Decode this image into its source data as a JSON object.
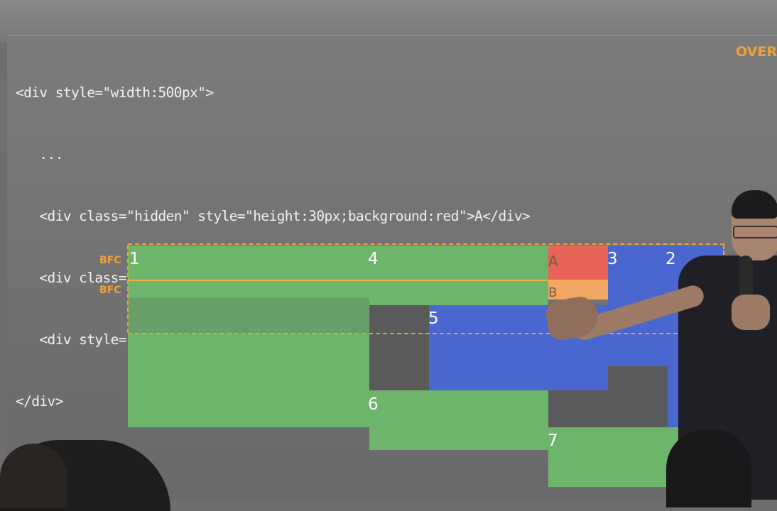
{
  "code_lines": [
    "<div style=\"width:500px\">",
    "   ...",
    "   <div class=\"hidden\" style=\"height:30px;background:red\">A</div>",
    "   <div class=\"hidden\" style=\"height:15px;background:orange\">B</div>",
    "   <div style=\"height:30px;background:black\"></div>",
    "</div>"
  ],
  "corner_tag": "OVER",
  "bfc_labels": [
    "BFC",
    "BFC"
  ],
  "block_numbers": [
    "1",
    "4",
    "3",
    "2",
    "5",
    "6",
    "7"
  ],
  "block_letters": [
    "A",
    "B"
  ],
  "colors": {
    "green": "#6db56b",
    "blue": "#4a67cf",
    "red": "#e86459",
    "orange": "#f2a864",
    "dark": "#5a5a5a",
    "accent": "#f0a23a"
  }
}
